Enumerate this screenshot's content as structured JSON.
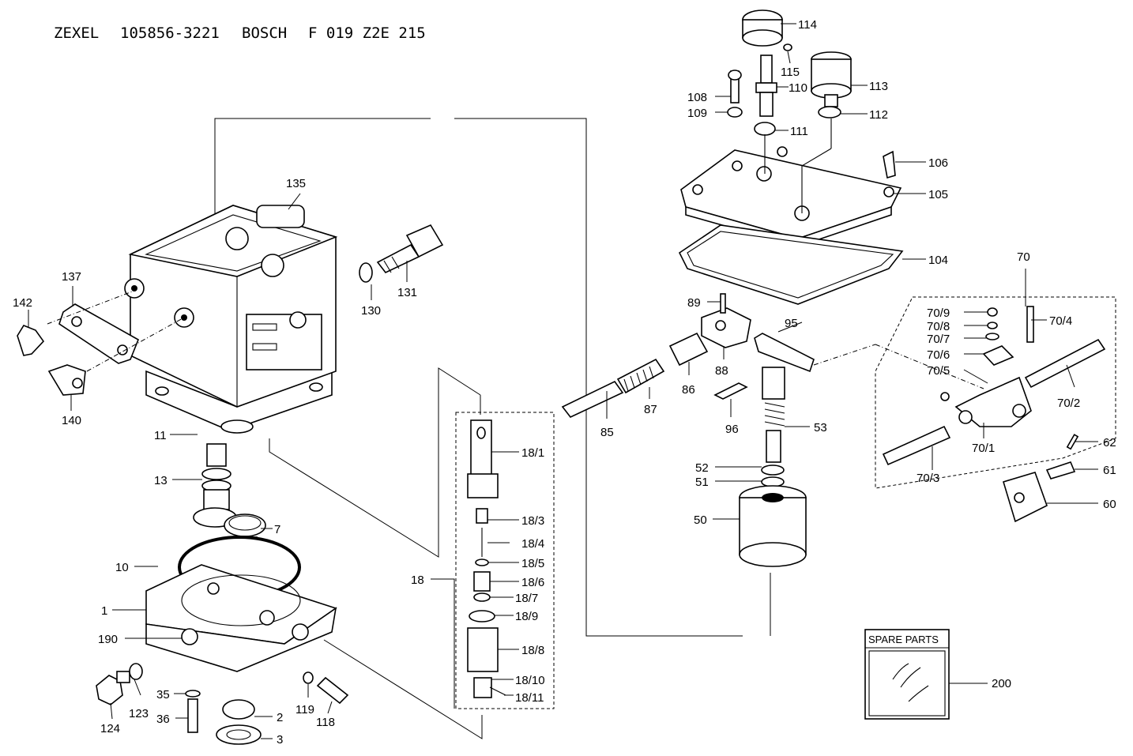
{
  "header": {
    "brand": "ZEXEL",
    "zexel_number": "105856-3221",
    "maker": "BOSCH",
    "bosch_number": "F 019 Z2E 215"
  },
  "spare_parts_box": {
    "title": "SPARE PARTS",
    "callout": "200"
  },
  "callouts": {
    "p1": "1",
    "p2": "2",
    "p3": "3",
    "p7": "7",
    "p10": "10",
    "p11": "11",
    "p13": "13",
    "p18": "18",
    "p18_1": "18/1",
    "p18_3": "18/3",
    "p18_4": "18/4",
    "p18_5": "18/5",
    "p18_6": "18/6",
    "p18_7": "18/7",
    "p18_9": "18/9",
    "p18_8": "18/8",
    "p18_10": "18/10",
    "p18_11": "18/11",
    "p35": "35",
    "p36": "36",
    "p50": "50",
    "p51": "51",
    "p52": "52",
    "p53": "53",
    "p60": "60",
    "p61": "61",
    "p62": "62",
    "p70": "70",
    "p70_1": "70/1",
    "p70_2": "70/2",
    "p70_3": "70/3",
    "p70_4": "70/4",
    "p70_5": "70/5",
    "p70_6": "70/6",
    "p70_7": "70/7",
    "p70_8": "70/8",
    "p70_9": "70/9",
    "p85": "85",
    "p86": "86",
    "p87": "87",
    "p88": "88",
    "p89": "89",
    "p95": "95",
    "p96": "96",
    "p104": "104",
    "p105": "105",
    "p106": "106",
    "p108": "108",
    "p109": "109",
    "p110": "110",
    "p111": "111",
    "p112": "112",
    "p113": "113",
    "p114": "114",
    "p115": "115",
    "p118": "118",
    "p119": "119",
    "p123": "123",
    "p124": "124",
    "p130": "130",
    "p131": "131",
    "p135": "135",
    "p137": "137",
    "p140": "140",
    "p142": "142",
    "p190": "190"
  }
}
